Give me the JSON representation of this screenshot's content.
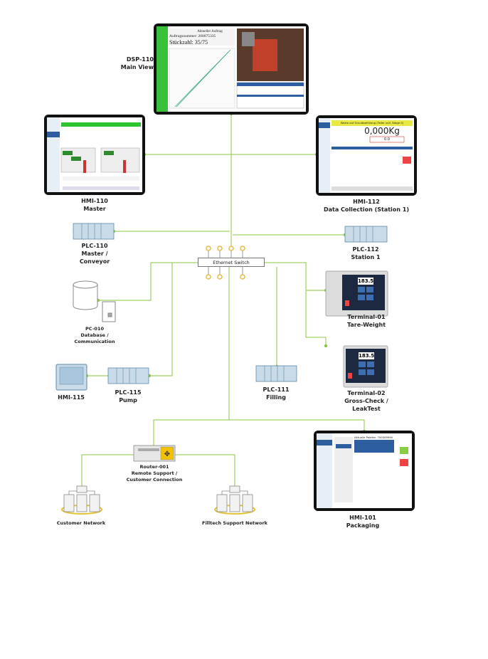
{
  "switch": {
    "label": "Ethernet Switch"
  },
  "dsp110": {
    "name": "DSP-110",
    "sub": "Main View",
    "screen_title": "Aktueller Auftrag",
    "screen_order": "Auftragsnummer: 200075335",
    "screen_count": "Stückzahl: 35/75"
  },
  "hmi110": {
    "name": "HMI-110",
    "sub": "Master"
  },
  "hmi112": {
    "name": "HMI-112",
    "sub": "Data Collection (Station 1)",
    "screen_title": "Warte auf Grundbefüllung (Teller voll, Stäge 0)",
    "screen_weight": "0,000Kg",
    "screen_value": "0.0"
  },
  "plc110": {
    "name": "PLC-110",
    "sub1": "Master /",
    "sub2": "Conveyor"
  },
  "plc112": {
    "name": "PLC-112",
    "sub": "Station 1"
  },
  "pc010": {
    "name": "PC-010",
    "sub1": "Database /",
    "sub2": "Communication"
  },
  "terminal01": {
    "name": "Terminal-01",
    "sub": "Tare-Weight",
    "display": "183.5"
  },
  "terminal02": {
    "name": "Terminal-02",
    "sub1": "Gross-Check /",
    "sub2": "LeakTest",
    "display": "183.5"
  },
  "hmi115": {
    "name": "HMI-115"
  },
  "plc115": {
    "name": "PLC-115",
    "sub": "Pump"
  },
  "plc111": {
    "name": "PLC-111",
    "sub": "Filling"
  },
  "router001": {
    "name": "Router-001",
    "sub1": "Remote Support /",
    "sub2": "Customer Connection"
  },
  "customer_network": {
    "name": "Customer Network"
  },
  "filltech_network": {
    "name": "Filltech Support Network"
  },
  "hmi101": {
    "name": "HMI-101",
    "sub": "Packaging",
    "screen_title": "Aktuelle Palette: 700009990"
  },
  "colors": {
    "link": "#8cc63f",
    "port": "#e8b94a",
    "switch_border": "#777777",
    "device": "#c9dbe8",
    "cloud_ring": "#e2c43a"
  }
}
